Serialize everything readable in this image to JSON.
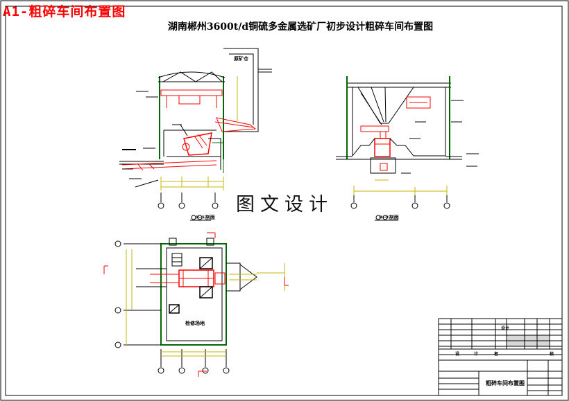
{
  "corner_title": "A1-粗碎车间布置图",
  "main_title": "湖南郴州3600t/d铜硫多金属选矿厂初步设计粗碎车间布置图",
  "watermark": "图文设计",
  "labels": {
    "raw_ore_bin": "原矿仓",
    "section_left": "①-①剖面",
    "section_right": "②-②剖面",
    "maintenance_area": "检修场地"
  },
  "title_block": {
    "drawing_name": "粗碎车间布置图",
    "design_label": "设计",
    "col_a": "设",
    "col_b": "计",
    "col_c": "者",
    "col_d": "校"
  },
  "colors": {
    "frame": "#000000",
    "equipment": "#ff0000",
    "structure": "#006600",
    "dimension": "#c8b400",
    "title": "#ff0000"
  }
}
